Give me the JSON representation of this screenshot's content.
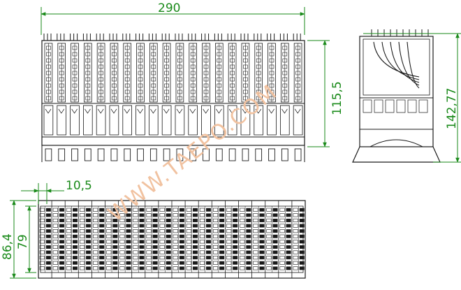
{
  "dimensions": {
    "overall_width": "290",
    "overall_height": "115,5",
    "side_height": "142,77",
    "pitch": "10,5",
    "bottom_outer": "86,4",
    "bottom_inner": "79"
  },
  "watermark": "WWW.TAEPO.COM",
  "module_count": 20,
  "colors": {
    "line": "#1a1a1a",
    "dimension": "#1a8a1a",
    "watermark": "#f1c2a0"
  }
}
